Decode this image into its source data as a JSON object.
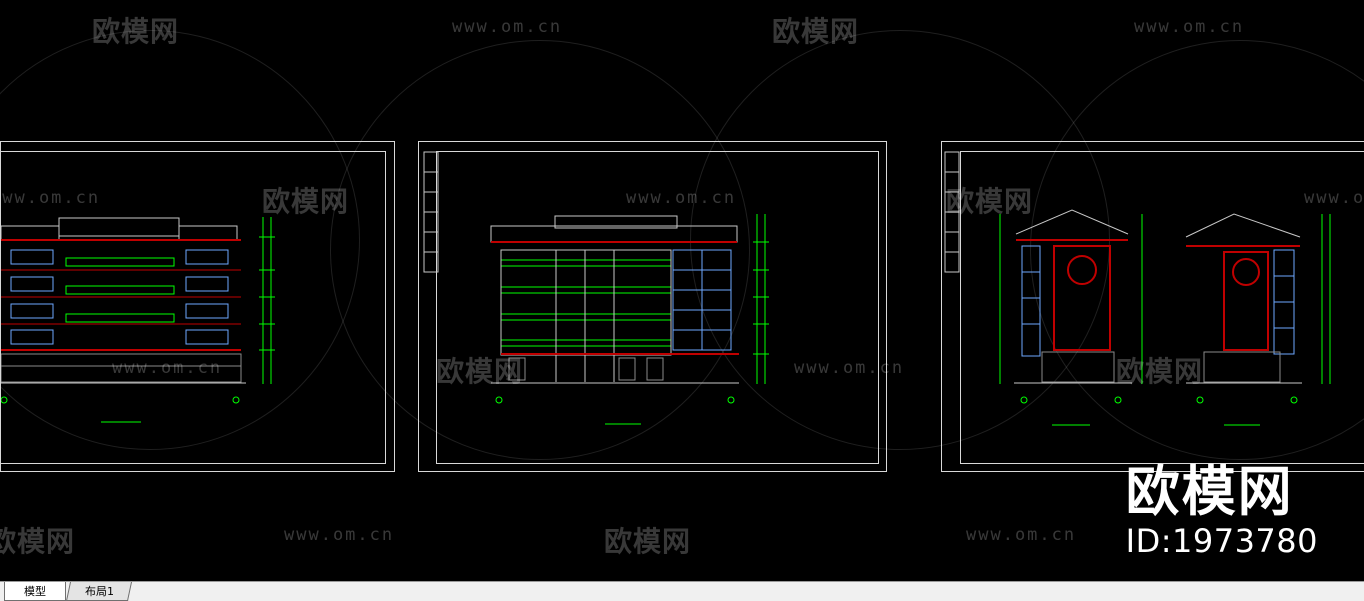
{
  "watermark": {
    "brand_cn": "欧模网",
    "url": "www.om.cn"
  },
  "brand": {
    "title": "欧模网",
    "id_label": "ID:1973780"
  },
  "tabs": [
    {
      "label": "模型",
      "active": true
    },
    {
      "label": "布局1",
      "active": false
    }
  ],
  "colors": {
    "background": "#000000",
    "frame": "#d8d8d8",
    "cad_green": "#00ff00",
    "cad_red": "#c00000",
    "cad_blue": "#6ea8ff",
    "tabbar": "#f0f0f0"
  }
}
